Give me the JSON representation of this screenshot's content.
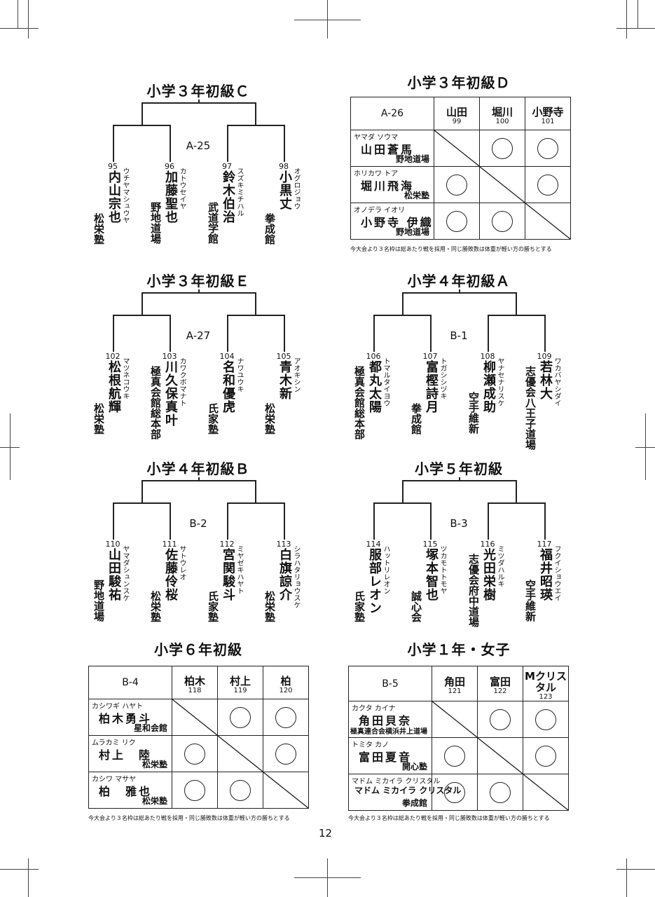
{
  "page_number": "12",
  "note": "今大会より３名枠は総あたり戦を採用・同じ勝敗数は体重が軽い方の勝ちとする",
  "brackets": [
    {
      "title": "小学３年初級Ｃ",
      "match": "A-25",
      "players": [
        {
          "num": "95",
          "name": "内山宗也",
          "kana": "ウチヤマシュウヤ",
          "dojo": "松栄塾"
        },
        {
          "num": "96",
          "name": "加藤聖也",
          "kana": "カトウセイヤ",
          "dojo": "野地道場"
        },
        {
          "num": "97",
          "name": "鈴木伯治",
          "kana": "スズキミチハル",
          "dojo": "武道学館"
        },
        {
          "num": "98",
          "name": "小黒丈",
          "kana": "オグロジョウ",
          "dojo": "拳成館"
        }
      ]
    },
    {
      "title": "小学３年初級Ｅ",
      "match": "A-27",
      "players": [
        {
          "num": "102",
          "name": "松根航輝",
          "kana": "マツネコウキ",
          "dojo": "松栄塾"
        },
        {
          "num": "103",
          "name": "川久保真叶",
          "kana": "カワクボマナト",
          "dojo": "極真会館総本部"
        },
        {
          "num": "104",
          "name": "名和優虎",
          "kana": "ナワユウキ",
          "dojo": "氏家塾"
        },
        {
          "num": "105",
          "name": "青木新",
          "kana": "アオキシン",
          "dojo": "松栄塾"
        }
      ]
    },
    {
      "title": "小学４年初級Ａ",
      "match": "B-1",
      "players": [
        {
          "num": "106",
          "name": "都丸太陽",
          "kana": "トマルタイヨウ",
          "dojo": "極真会館総本部"
        },
        {
          "num": "107",
          "name": "富樫詩月",
          "kana": "トガシシヅキ",
          "dojo": "拳成館"
        },
        {
          "num": "108",
          "name": "柳瀬成助",
          "kana": "ヤナセナリスケ",
          "dojo": "空手維新"
        },
        {
          "num": "109",
          "name": "若林大",
          "kana": "ワカバヤシダイ",
          "dojo": "志優会八王子道場"
        }
      ]
    },
    {
      "title": "小学４年初級Ｂ",
      "match": "B-2",
      "players": [
        {
          "num": "110",
          "name": "山田駿祐",
          "kana": "ヤマダシュンスケ",
          "dojo": "野地道場"
        },
        {
          "num": "111",
          "name": "佐藤伶桜",
          "kana": "サトウレオ",
          "dojo": "松栄塾"
        },
        {
          "num": "112",
          "name": "宮関駿斗",
          "kana": "ミヤゼキハヤト",
          "dojo": "氏家塾"
        },
        {
          "num": "113",
          "name": "白旗諒介",
          "kana": "シラハタリョウスケ",
          "dojo": "松栄塾"
        }
      ]
    },
    {
      "title": "小学５年初級",
      "match": "B-3",
      "players": [
        {
          "num": "114",
          "name": "服部レオン",
          "kana": "ハットリレオン",
          "dojo": "氏家塾"
        },
        {
          "num": "115",
          "name": "塚本智也",
          "kana": "ツカモトトモヤ",
          "dojo": "誠心会"
        },
        {
          "num": "116",
          "name": "光田栄樹",
          "kana": "ミツダハルキ",
          "dojo": "志優会府中道場"
        },
        {
          "num": "117",
          "name": "福井昭瑛",
          "kana": "フクイショウエイ",
          "dojo": "空手維新"
        }
      ]
    }
  ],
  "round_robins": [
    {
      "title": "小学３年初級Ｄ",
      "match": "A-26",
      "headers": [
        {
          "name": "山田",
          "num": "99"
        },
        {
          "name": "堀川",
          "num": "100"
        },
        {
          "name": "小野寺",
          "num": "101"
        }
      ],
      "rows": [
        {
          "kana": "ヤマダ ソウマ",
          "name": "山田蒼馬",
          "dojo": "野地道場"
        },
        {
          "kana": "ホリカワ トア",
          "name": "堀川飛海",
          "dojo": "松栄塾"
        },
        {
          "kana": "オノデラ イオリ",
          "name": "小野寺 伊織",
          "dojo": "野地道場"
        }
      ]
    },
    {
      "title": "小学６年初級",
      "match": "B-4",
      "headers": [
        {
          "name": "柏木",
          "num": "118"
        },
        {
          "name": "村上",
          "num": "119"
        },
        {
          "name": "柏",
          "num": "120"
        }
      ],
      "rows": [
        {
          "kana": "カシワギ ハヤト",
          "name": "柏木勇斗",
          "dojo": "星和会館"
        },
        {
          "kana": "ムラカミ リク",
          "name": "村上　陸",
          "dojo": "松栄塾"
        },
        {
          "kana": "カシワ マサヤ",
          "name": "柏　雅也",
          "dojo": "松栄塾"
        }
      ]
    },
    {
      "title": "小学１年・女子",
      "match": "B-5",
      "headers": [
        {
          "name": "角田",
          "num": "121"
        },
        {
          "name": "富田",
          "num": "122"
        },
        {
          "name": "Mクリスタル",
          "num": "123"
        }
      ],
      "rows": [
        {
          "kana": "カクタ カイナ",
          "name": "角田貝奈",
          "dojo": "極真連合会横浜井上道場"
        },
        {
          "kana": "トミタ カノ",
          "name": "富田夏音",
          "dojo": "開心塾"
        },
        {
          "kana": "マドム ミカイラ クリスタル",
          "name": "マドム ミカイラ クリスタル",
          "dojo": "拳成館"
        }
      ]
    }
  ]
}
